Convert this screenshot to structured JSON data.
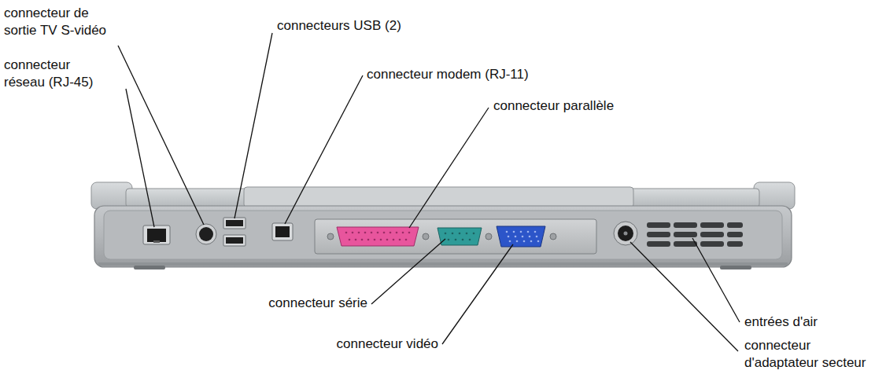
{
  "diagram": {
    "labels": [
      "connecteur de sortie TV S-vidéo",
      "connecteurs USB (2)",
      "connecteur modem (RJ-11)",
      "connecteur réseau (RJ-45)",
      "connecteur parallèle",
      "connecteur série",
      "connecteur vidéo",
      "entrées d'air",
      "connecteur d'adaptateur secteur"
    ]
  }
}
